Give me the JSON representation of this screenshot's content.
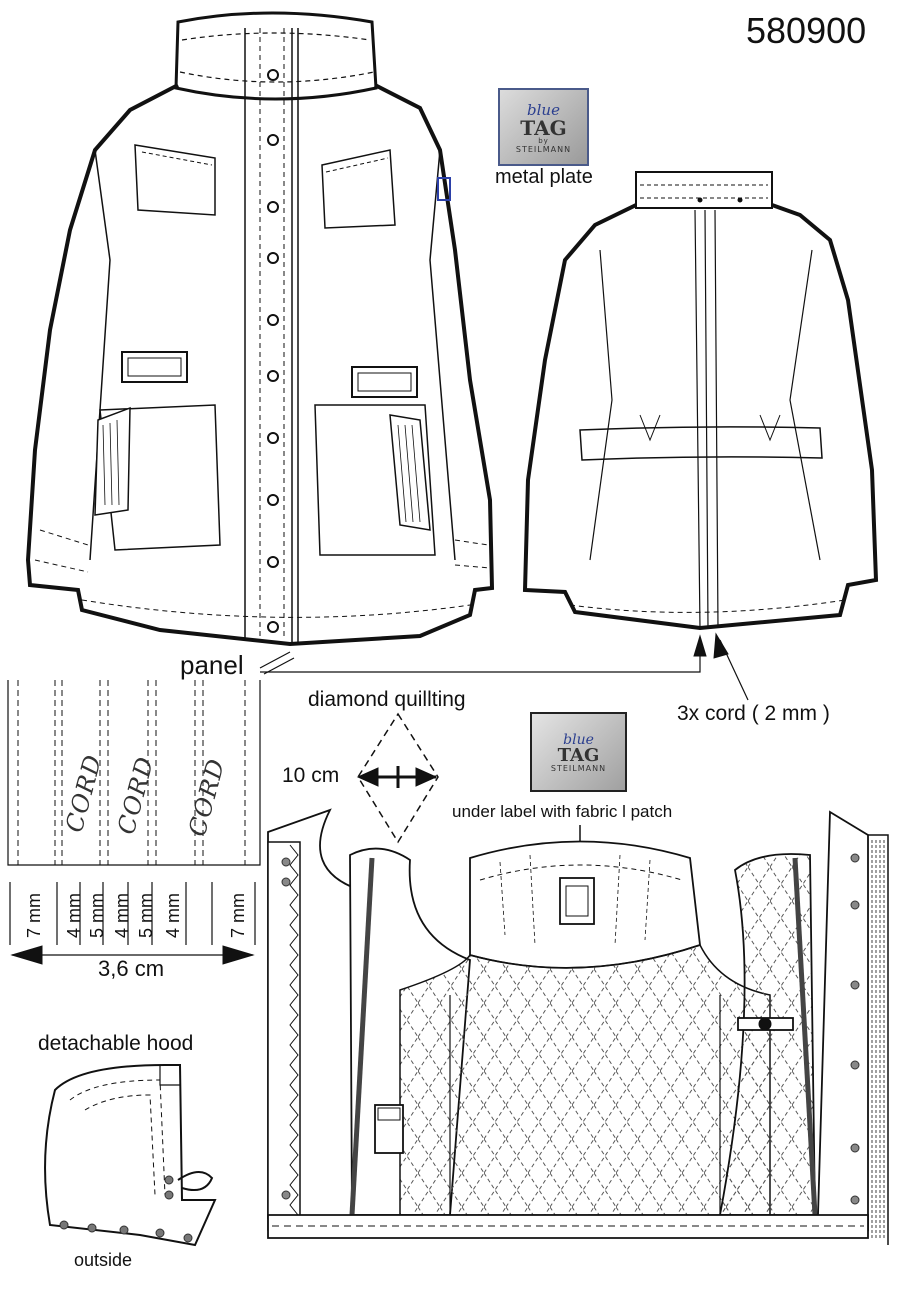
{
  "style_number": "580900",
  "labels": {
    "metal_plate": "metal plate",
    "panel": "panel",
    "cord": "3x cord ( 2 mm )",
    "diamond": "diamond quillting",
    "ten_cm": "10 cm",
    "under_label": "under label with fabric l patch",
    "width": "3,6 cm",
    "hood": "detachable hood",
    "outside": "outside"
  },
  "cord_word": "CORD",
  "measurements": [
    "7 mm",
    "4 mm",
    "5 mm",
    "4 mm",
    "5 mm",
    "4 mm",
    "7 mm"
  ],
  "logo": {
    "script": "blue",
    "tag": "TAG",
    "by": "by",
    "brand": "STEILMANN"
  }
}
